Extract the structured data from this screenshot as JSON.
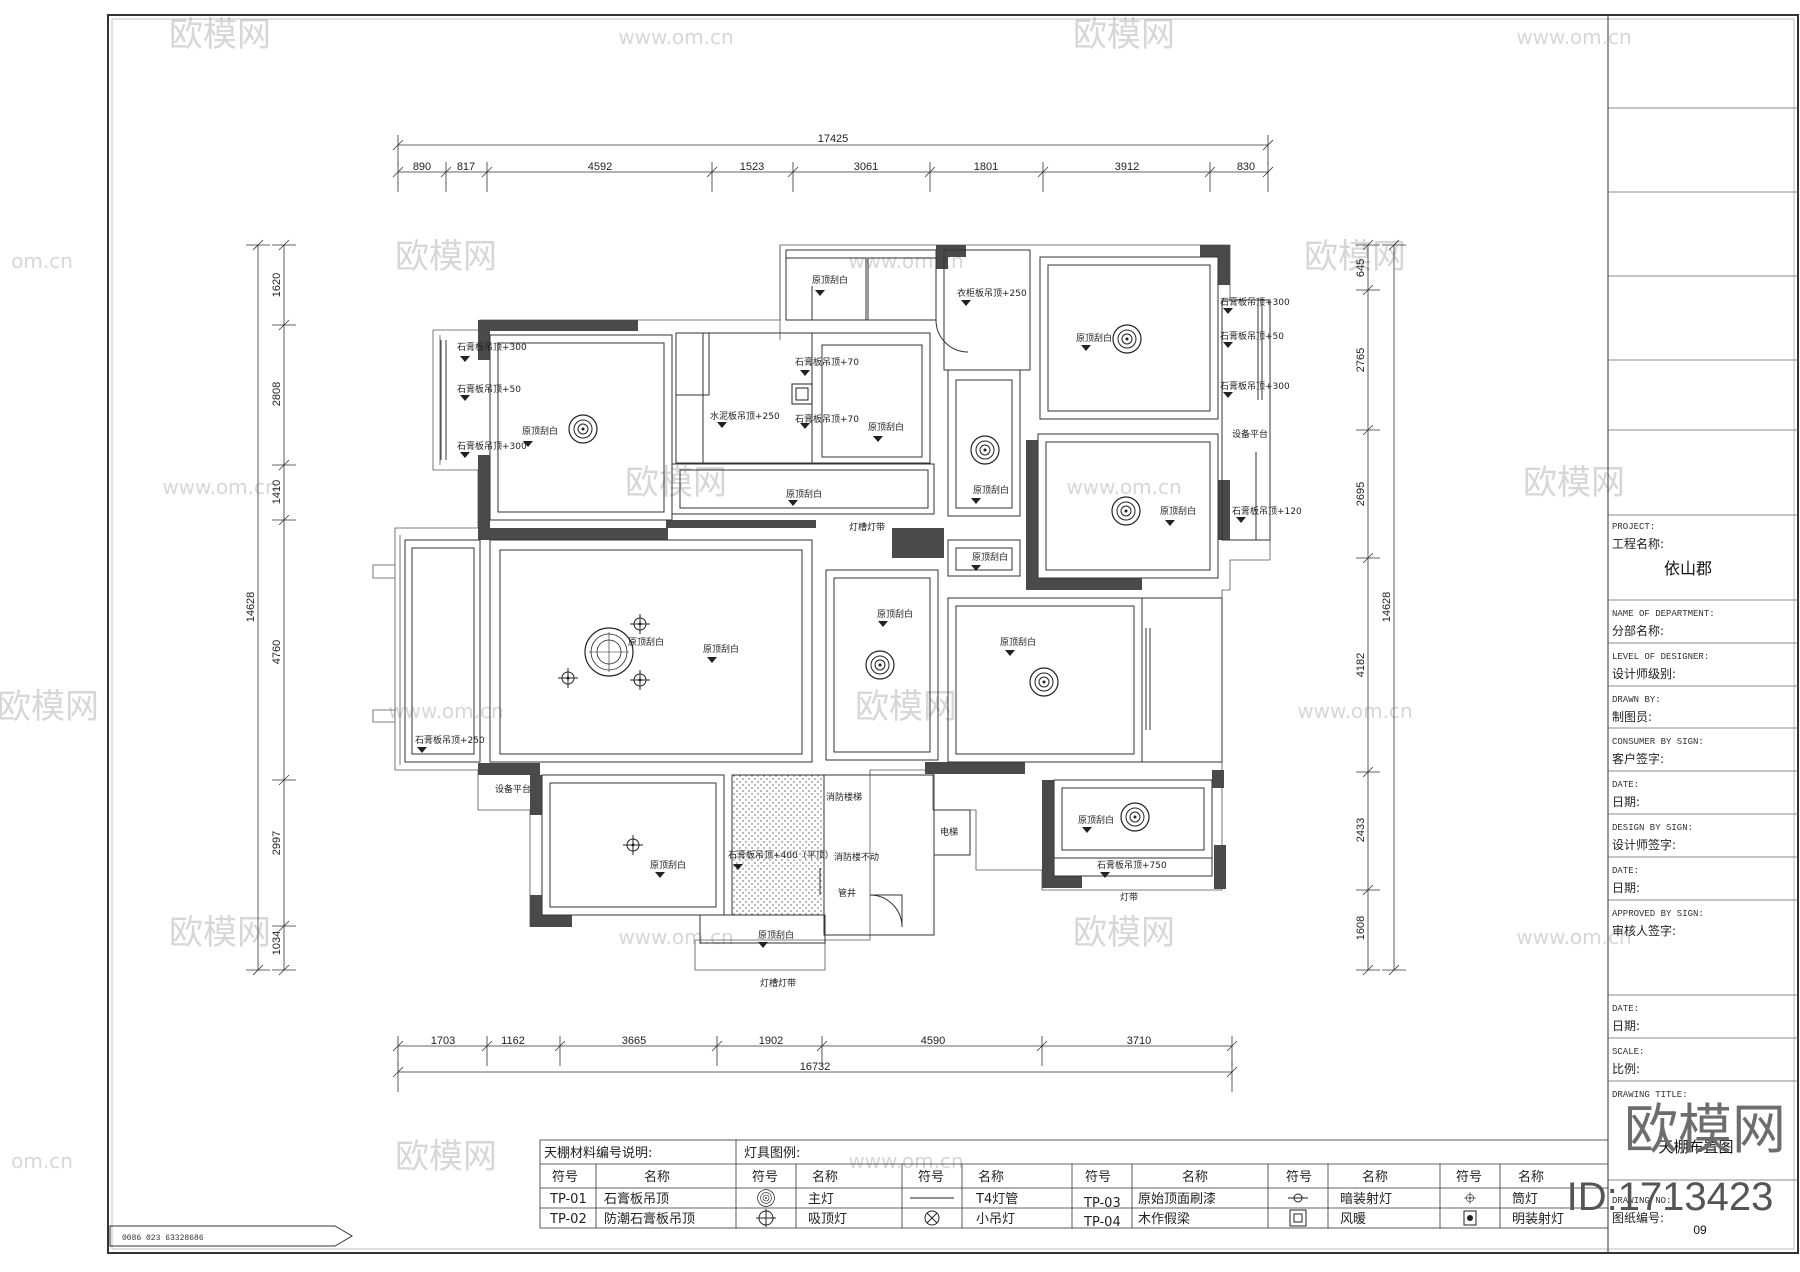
{
  "dimensions": {
    "top_total": "17425",
    "top_segments": [
      "890",
      "817",
      "4592",
      "1523",
      "3061",
      "1801",
      "3912",
      "830"
    ],
    "bottom_total": "16732",
    "bottom_segments": [
      "1703",
      "1162",
      "3665",
      "1902",
      "4590",
      "3710"
    ],
    "left_total": "14628",
    "left_segments": [
      "1620",
      "2808",
      "1410",
      "4760",
      "2997",
      "1034"
    ],
    "right_total": "14628",
    "right_segments": [
      "645",
      "2765",
      "2695",
      "4182",
      "2433",
      "1608"
    ]
  },
  "plan_labels": {
    "room_tag": "原顶刮白",
    "gyp_300": "石膏板吊顶+300",
    "gyp_50": "石膏板吊顶+50",
    "gyp_70": "石膏板吊顶+70",
    "gyp_250": "石膏板吊顶+250",
    "gyp_120": "石膏板吊顶+120",
    "gyp_750": "石膏板吊顶+750",
    "gyp_400": "石膏板吊顶+400（平顶）",
    "moist_250": "水泥板吊顶+250",
    "cabinet_250": "衣柜板吊顶+250",
    "equipment": "设备平台",
    "light_strip": "灯带",
    "strip_trough": "灯槽灯带",
    "elevator": "电梯",
    "fire_stair": "消防楼梯",
    "stair_note": "消防楼不动",
    "well": "管井"
  },
  "title_block": {
    "project_en": "PROJECT:",
    "project_cn": "工程名称:",
    "project_name": "依山郡",
    "dept_en": "NAME OF DEPARTMENT:",
    "dept_cn": "分部名称:",
    "level_en": "LEVEL OF DESIGNER:",
    "level_cn": "设计师级别:",
    "drawn_en": "DRAWN BY:",
    "drawn_cn": "制图员:",
    "consumer_en": "CONSUMER BY SIGN:",
    "consumer_cn": "客户签字:",
    "date1_en": "DATE:",
    "date1_cn": "日期:",
    "design_en": "DESIGN BY SIGN:",
    "design_cn": "设计师签字:",
    "date2_en": "DATE:",
    "date2_cn": "日期:",
    "approved_en": "APPROVED BY SIGN:",
    "approved_cn": "审核人签字:",
    "date3_en": "DATE:",
    "date3_cn": "日期:",
    "scale_en": "SCALE:",
    "scale_cn": "比例:",
    "title_en": "DRAWING TITLE:",
    "drawing_title": "天棚布置图",
    "no_en": "DRAWING NO:",
    "no_cn": "图纸编号:",
    "drawing_no": "09"
  },
  "legend": {
    "materials_title": "天棚材料编号说明:",
    "lights_title": "灯具图例:",
    "col_code": "符号",
    "col_name": "名称",
    "tp01_code": "TP-01",
    "tp01_name": "石膏板吊顶",
    "tp02_code": "TP-02",
    "tp02_name": "防潮石膏板吊顶",
    "tp03_code": "TP-03",
    "tp03_name": "原始顶面刷漆",
    "tp04_code": "TP-04",
    "tp04_name": "木作假梁",
    "l_main": "主灯",
    "l_ceiling": "吸顶灯",
    "l_t4": "T4灯管",
    "l_pendant": "小吊灯",
    "l_recessed": "暗装射灯",
    "l_heater": "风暖",
    "l_third": "筒灯",
    "l_surface": "明装射灯"
  },
  "footer": {
    "code": "0086 023 63328686"
  },
  "watermark": {
    "brand": "欧模网",
    "site": "www.om.cn",
    "partial_site": "om.cn",
    "id_text": "ID:1713423"
  }
}
